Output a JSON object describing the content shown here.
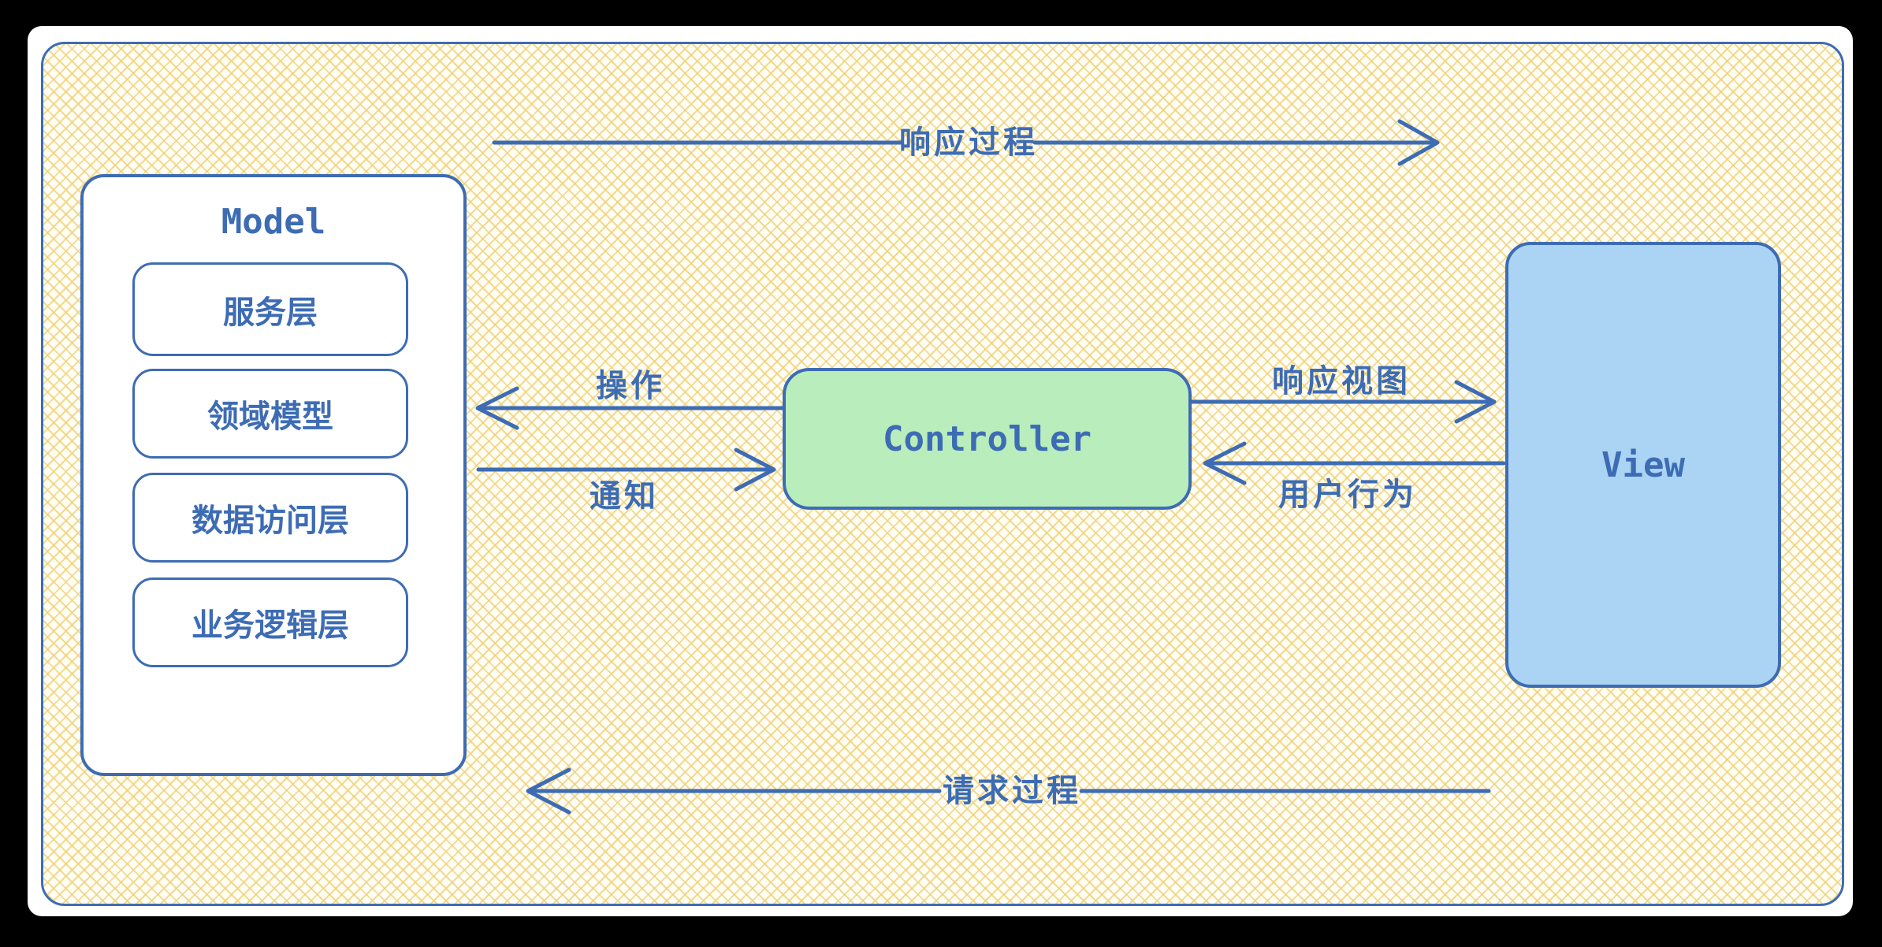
{
  "diagram": {
    "model": {
      "title": "Model",
      "layers": [
        {
          "label": "服务层"
        },
        {
          "label": "领域模型"
        },
        {
          "label": "数据访问层"
        },
        {
          "label": "业务逻辑层"
        }
      ]
    },
    "controller": {
      "title": "Controller"
    },
    "view": {
      "title": "View"
    },
    "flows": {
      "response_process": {
        "label": "响应过程",
        "direction": "left-to-right"
      },
      "request_process": {
        "label": "请求过程",
        "direction": "right-to-left"
      },
      "action": {
        "label": "操作",
        "direction": "controller-to-model"
      },
      "notify": {
        "label": "通知",
        "direction": "model-to-controller"
      },
      "response_view": {
        "label": "响应视图",
        "direction": "controller-to-view"
      },
      "user_behavior": {
        "label": "用户行为",
        "direction": "view-to-controller"
      }
    },
    "colors": {
      "stroke_blue": "#3d6cb4",
      "controller_fill": "#b9edbc",
      "view_fill": "#abd4f4",
      "hatch_yellow": "#eed074",
      "canvas_white": "#ffffff",
      "background_black": "#000000"
    }
  }
}
